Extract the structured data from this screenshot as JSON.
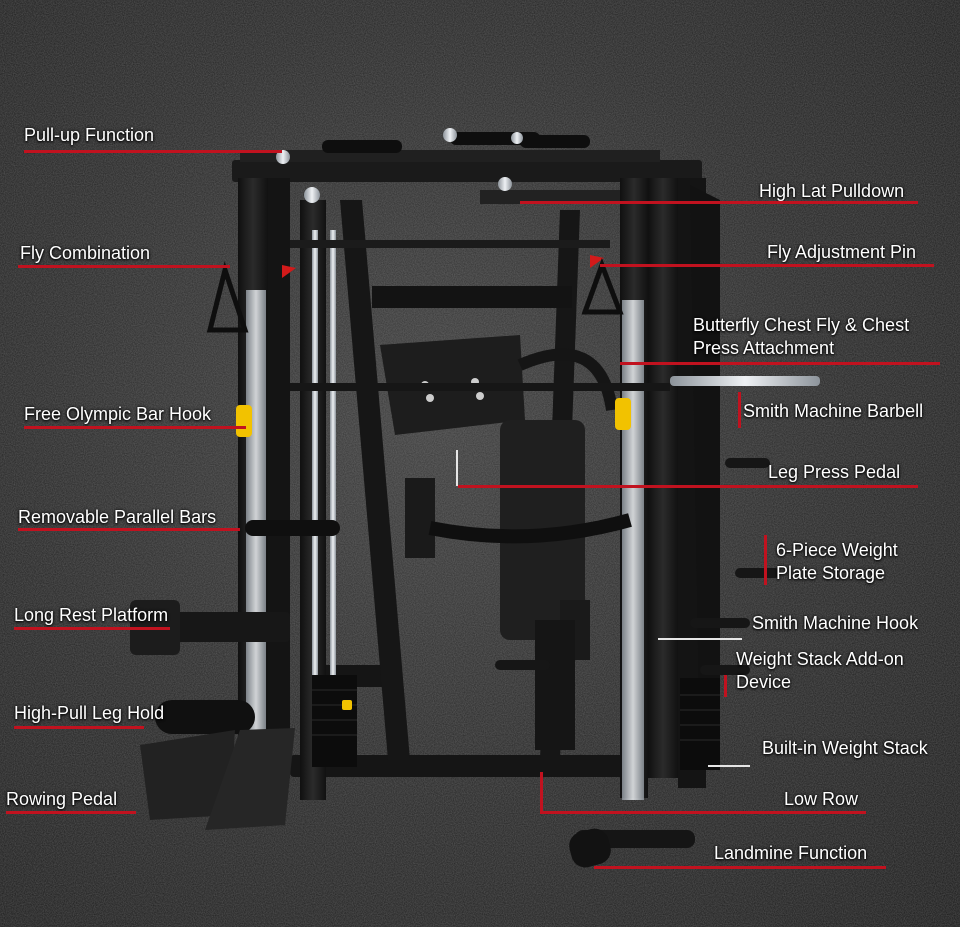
{
  "colors": {
    "accent_line": "#c1121f",
    "background": "#232323",
    "frame": "#1c1c1c",
    "chrome": "#c9ced4",
    "yellow_hook": "#f2c200"
  },
  "image": {
    "subject": "gym-multi-station-smith-machine"
  },
  "labels": {
    "pullup": "Pull-up Function",
    "fly_combination": "Fly Combination",
    "olympic_hook": "Free Olympic Bar Hook",
    "parallel_bars": "Removable Parallel Bars",
    "rest_platform": "Long Rest Platform",
    "leg_hold": "High-Pull Leg Hold",
    "rowing_pedal": "Rowing Pedal",
    "lat_pulldown": "High Lat Pulldown",
    "fly_pin": "Fly Adjustment Pin",
    "butterfly_line1": "Butterfly Chest Fly & Chest",
    "butterfly_line2": "Press Attachment",
    "smith_barbell": "Smith Machine Barbell",
    "leg_press": "Leg Press Pedal",
    "plate_storage_line1": "6-Piece Weight",
    "plate_storage_line2": "Plate Storage",
    "smith_hook": "Smith Machine Hook",
    "addon_line1": "Weight Stack Add-on",
    "addon_line2": "Device",
    "weight_stack": "Built-in Weight Stack",
    "low_row": "Low Row",
    "landmine": "Landmine Function"
  }
}
